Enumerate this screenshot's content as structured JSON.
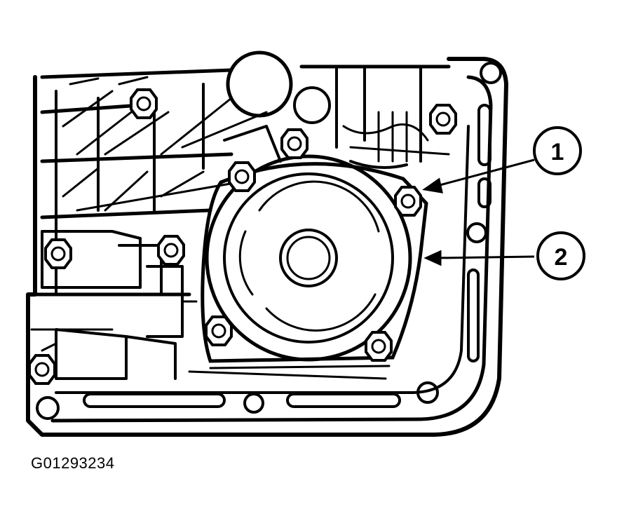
{
  "figure": {
    "callouts": [
      {
        "number": "1"
      },
      {
        "number": "2"
      }
    ],
    "figure_id": "G01293234"
  },
  "colors": {
    "ink": "#000000",
    "paper": "#ffffff"
  }
}
